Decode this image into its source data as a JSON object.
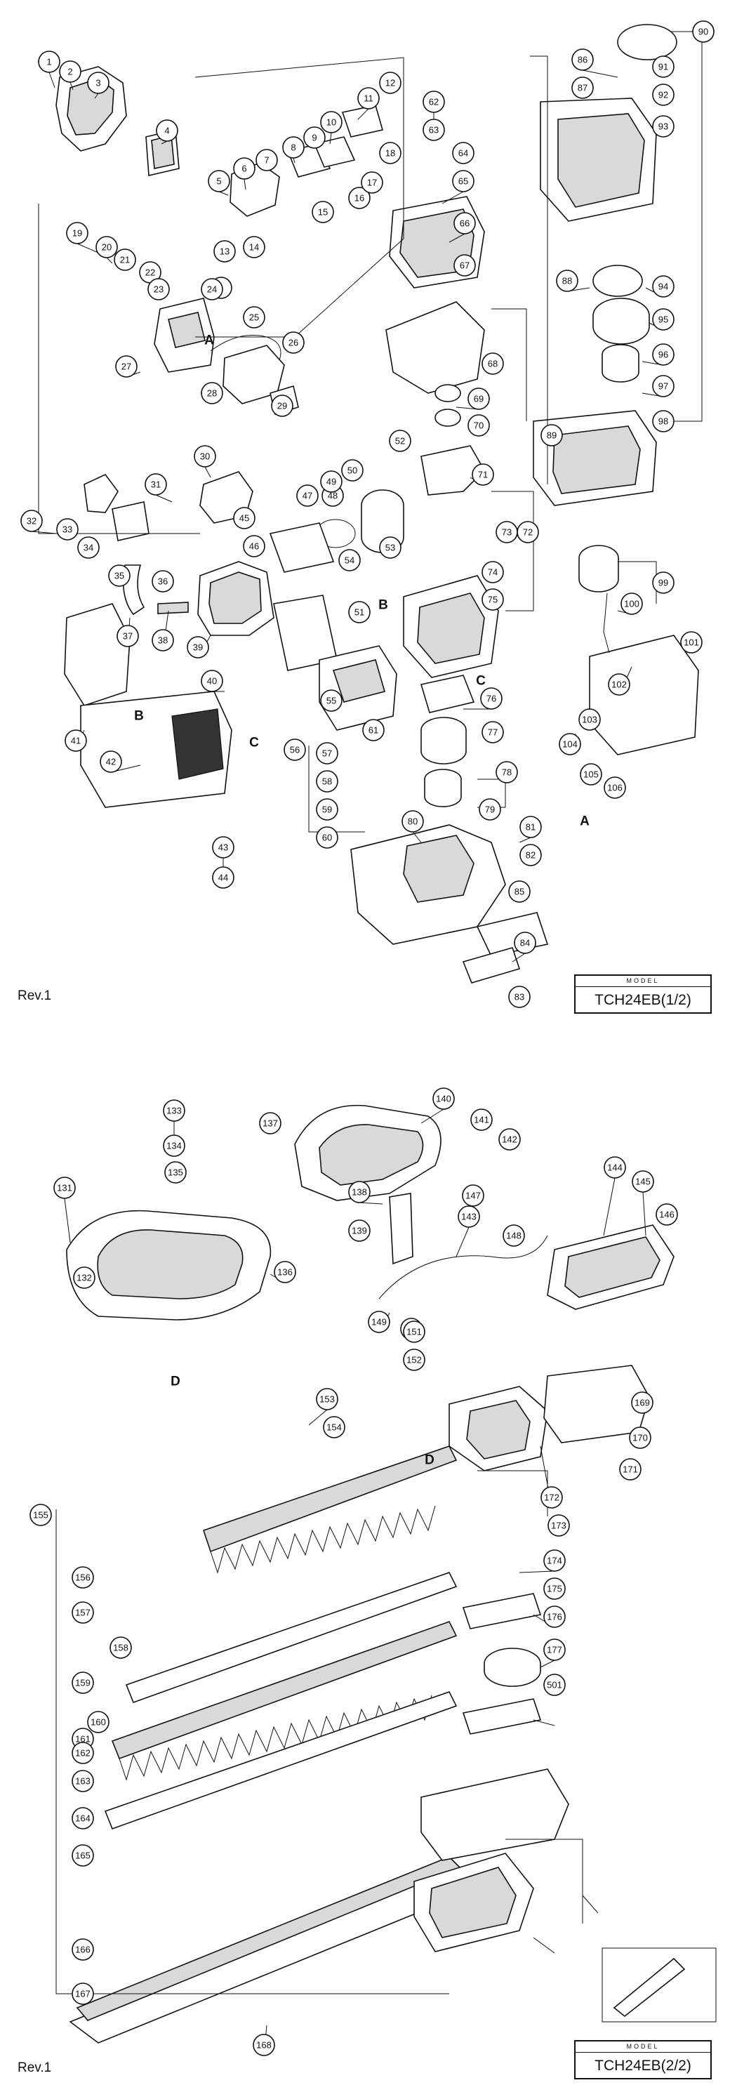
{
  "sheet1": {
    "revision": "Rev.1",
    "model_caption": "MODEL",
    "model_value": "TCH24EB(1/2)"
  },
  "sheet2": {
    "revision": "Rev.1",
    "model_caption": "MODEL",
    "model_value": "TCH24EB(2/2)"
  },
  "reference_letters": [
    "A",
    "B",
    "C",
    "D"
  ],
  "part_numbers_sheet1": [
    1,
    2,
    3,
    4,
    5,
    6,
    7,
    8,
    9,
    10,
    11,
    12,
    13,
    14,
    15,
    16,
    17,
    18,
    19,
    20,
    21,
    22,
    23,
    24,
    25,
    26,
    27,
    28,
    29,
    30,
    31,
    32,
    33,
    34,
    35,
    36,
    37,
    38,
    39,
    40,
    41,
    42,
    43,
    44,
    45,
    46,
    47,
    48,
    49,
    50,
    51,
    52,
    53,
    54,
    55,
    56,
    57,
    58,
    59,
    60,
    61,
    62,
    63,
    64,
    65,
    66,
    67,
    68,
    69,
    70,
    71,
    72,
    73,
    74,
    75,
    76,
    77,
    78,
    79,
    80,
    81,
    82,
    83,
    84,
    85,
    86,
    87,
    88,
    89,
    90,
    91,
    92,
    93,
    94,
    95,
    96,
    97,
    98,
    99,
    100,
    101,
    102,
    103,
    104,
    105,
    106
  ],
  "part_numbers_sheet2": [
    131,
    132,
    133,
    134,
    135,
    136,
    137,
    138,
    139,
    140,
    141,
    142,
    143,
    144,
    145,
    146,
    147,
    148,
    149,
    150,
    151,
    152,
    153,
    154,
    155,
    156,
    157,
    158,
    159,
    160,
    161,
    162,
    163,
    164,
    165,
    166,
    167,
    168,
    169,
    170,
    171,
    172,
    173,
    174,
    175,
    176,
    177,
    501
  ]
}
